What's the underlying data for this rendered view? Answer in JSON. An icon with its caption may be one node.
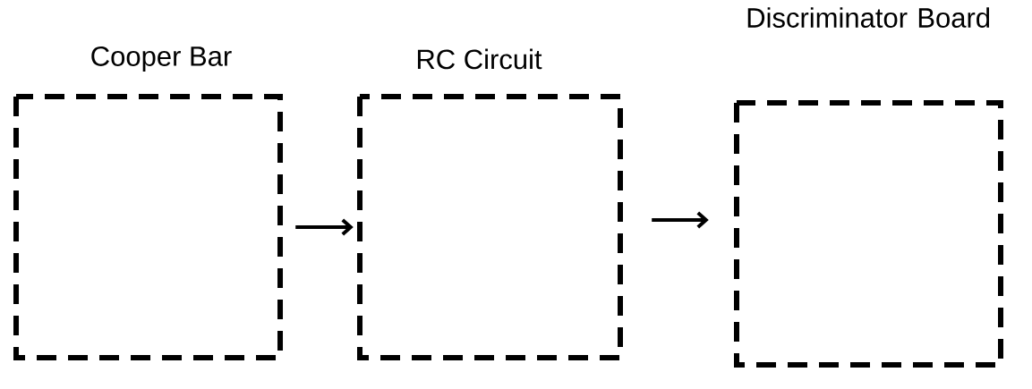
{
  "diagram": {
    "nodes": [
      {
        "text": [
          "Cooper Bar"
        ]
      },
      {
        "text": [
          "RC Circuit"
        ]
      },
      {
        "text": [
          "Discriminator Board"
        ]
      }
    ],
    "edges": [
      {
        "from": 0,
        "to": 1,
        "arrow": "to"
      },
      {
        "from": 1,
        "to": 2,
        "arrow": "to"
      }
    ]
  }
}
